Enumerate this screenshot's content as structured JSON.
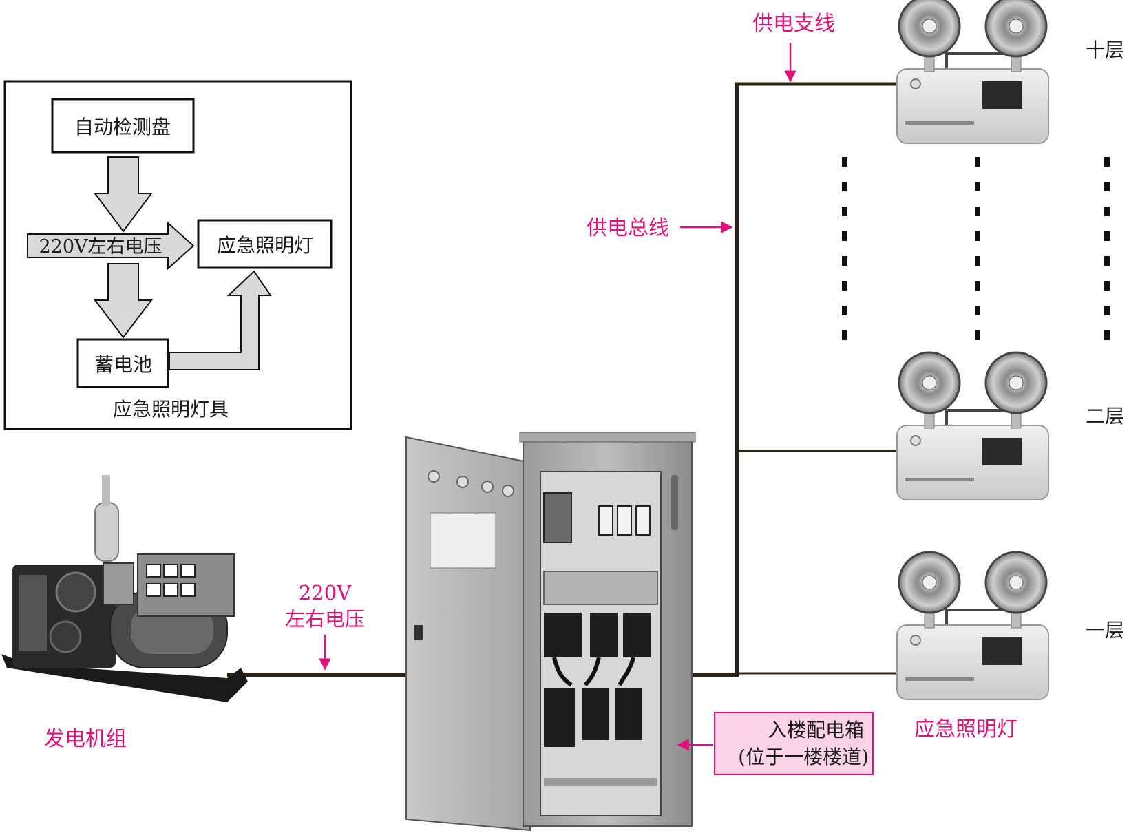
{
  "flowchart": {
    "detect_panel": "自动检测盘",
    "voltage_input": "220V左右电压",
    "emergency_lamp": "应急照明灯",
    "battery": "蓄电池",
    "caption": "应急照明灯具"
  },
  "labels": {
    "branch_line": "供电支线",
    "bus_line": "供电总线",
    "voltage_line1": "220V",
    "voltage_line2": "左右电压",
    "generator": "发电机组",
    "distribution_box_line1": "入楼配电箱",
    "distribution_box_line2": "(位于一楼楼道)",
    "emergency_lights": "应急照明灯"
  },
  "floors": {
    "top": "十层",
    "second": "二层",
    "first": "一层"
  },
  "colors": {
    "annotation": "#e0127a",
    "wire": "#2b2417",
    "arrow_fill": "#d9d9d9",
    "callout_bg": "#fbd3e6"
  }
}
